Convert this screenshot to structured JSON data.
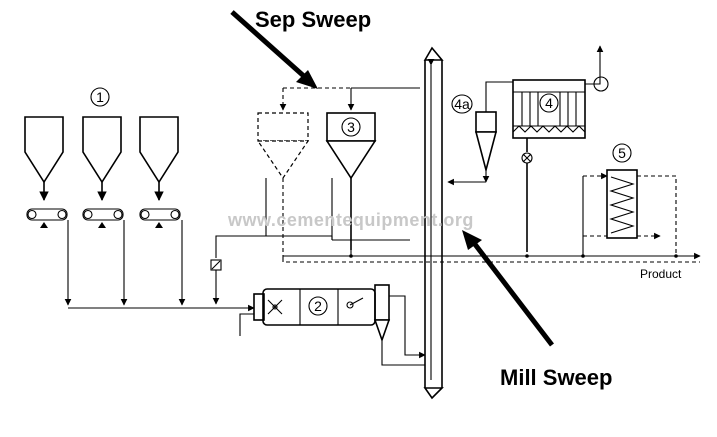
{
  "labels": {
    "sep_sweep": "Sep Sweep",
    "mill_sweep": "Mill Sweep",
    "product": "Product",
    "watermark": "www.cementequipment.org"
  },
  "units": {
    "unit1": "1",
    "unit2": "2",
    "unit3": "3",
    "unit4": "4",
    "unit4a": "4a",
    "unit5": "5"
  },
  "colors": {
    "line": "#000000",
    "background": "#ffffff",
    "watermark": "#c8c8c8"
  }
}
